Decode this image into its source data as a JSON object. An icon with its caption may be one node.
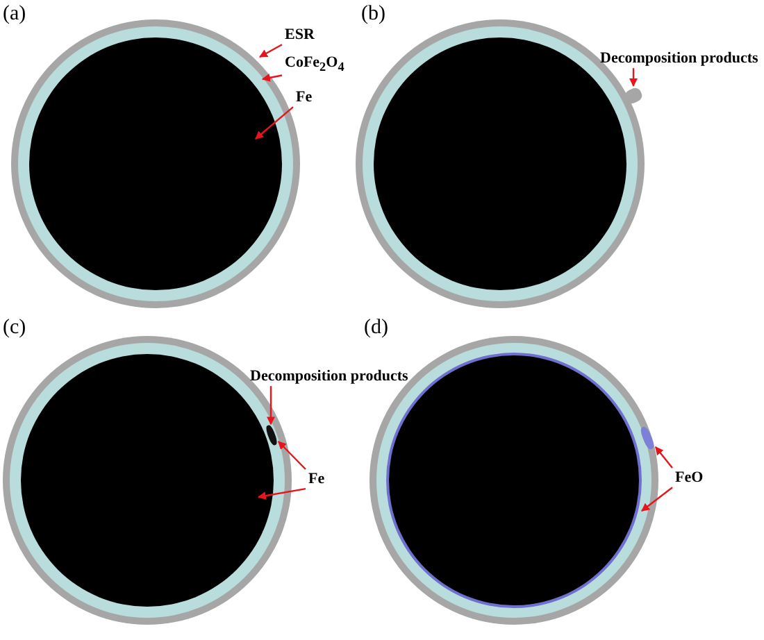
{
  "diagram": {
    "nodes": [
      {
        "text": [],
        "shape": "circle"
      },
      {
        "text": [],
        "shape": "circle",
        "in": 0
      },
      {
        "text": [],
        "shape": "circle",
        "in": 1
      },
      {
        "text": [
          "ESR"
        ]
      },
      {
        "text": [
          "CoFe$_{2}$O$_{4}$"
        ]
      },
      {
        "text": [
          "Fe"
        ]
      },
      {
        "text": [],
        "shape": "circle"
      },
      {
        "text": [],
        "shape": "circle",
        "in": 6
      },
      {
        "text": [],
        "shape": "circle",
        "in": 7
      },
      {
        "text": [],
        "shape": "box",
        "in": 6
      },
      {
        "text": [
          "Decomposition products"
        ]
      },
      {
        "text": [],
        "shape": "circle"
      },
      {
        "text": [],
        "shape": "circle",
        "in": 11
      },
      {
        "text": [],
        "shape": "circle",
        "in": 12
      },
      {
        "text": [],
        "shape": "box",
        "in": 12
      },
      {
        "text": [
          "Decomposition products"
        ]
      },
      {
        "text": [
          "Fe"
        ]
      },
      {
        "text": [],
        "shape": "circle"
      },
      {
        "text": [],
        "shape": "circle",
        "in": 17
      },
      {
        "text": [],
        "shape": "circle",
        "in": 18
      },
      {
        "text": [],
        "shape": "circle",
        "in": 19
      },
      {
        "text": [],
        "shape": "box",
        "in": 17
      },
      {
        "text": [
          "FeO"
        ]
      }
    ],
    "edges": [
      {
        "from": 3,
        "to": 0,
        "arrow": "to"
      },
      {
        "from": 4,
        "to": 1,
        "arrow": "to"
      },
      {
        "from": 5,
        "to": 2,
        "arrow": "to"
      },
      {
        "from": 10,
        "to": 9,
        "arrow": "to"
      },
      {
        "from": 15,
        "to": 14,
        "arrow": "to"
      },
      {
        "from": 16,
        "to": 14,
        "arrow": "to"
      },
      {
        "from": 16,
        "to": 13,
        "arrow": "to"
      },
      {
        "from": 22,
        "to": 21,
        "arrow": "to"
      },
      {
        "from": 22,
        "to": 19,
        "arrow": "to"
      }
    ],
    "labels": [
      "(a)",
      "(b)",
      "(c)",
      "(d)"
    ]
  }
}
